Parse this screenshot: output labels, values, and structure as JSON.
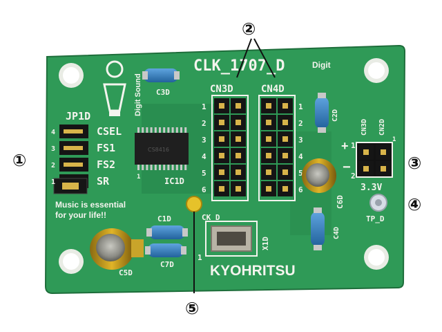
{
  "board": {
    "title": "CLK_1707_D",
    "brand": "Digit",
    "logo_text": "Digit Sound",
    "maker": "KYOHRITSU",
    "slogan_line1": "Music is essential",
    "slogan_line2": "for your life!!"
  },
  "jumper": {
    "name": "JP1D",
    "labels": [
      "CSEL",
      "FS1",
      "FS2",
      "SR"
    ],
    "pin_numbers": [
      "4",
      "3",
      "2",
      "1"
    ]
  },
  "connectors": {
    "left_name": "CN3D",
    "right_name": "CN4D",
    "left_pins": [
      "1",
      "2",
      "3",
      "4",
      "5",
      "6"
    ],
    "right_pins": [
      "1",
      "2",
      "3",
      "4",
      "5",
      "6"
    ]
  },
  "power": {
    "cn3_label": "CN3D",
    "cn2_label": "CN2D",
    "plus": "+",
    "one": "1",
    "minus": "−",
    "two": "2",
    "voltage": "3.3V",
    "edge_one": "1"
  },
  "parts": {
    "ic": "IC1D",
    "ck": "CK_D",
    "osc": "X1D",
    "osc_pin": "1",
    "tp": "TP_D",
    "ic_pin": "1",
    "c1": "C1D",
    "c2": "C2D",
    "c3": "C3D",
    "c4": "C4D",
    "c5": "C5D",
    "c6": "C6D",
    "c7": "C7D"
  },
  "callouts": [
    "①",
    "②",
    "③",
    "④",
    "⑤"
  ],
  "colors": {
    "pcb": "#2f9a57",
    "silkscreen": "#f4f4ee",
    "header": "#151515",
    "gold": "#d8b44a",
    "capacitor_blue": "#2f79b8"
  }
}
